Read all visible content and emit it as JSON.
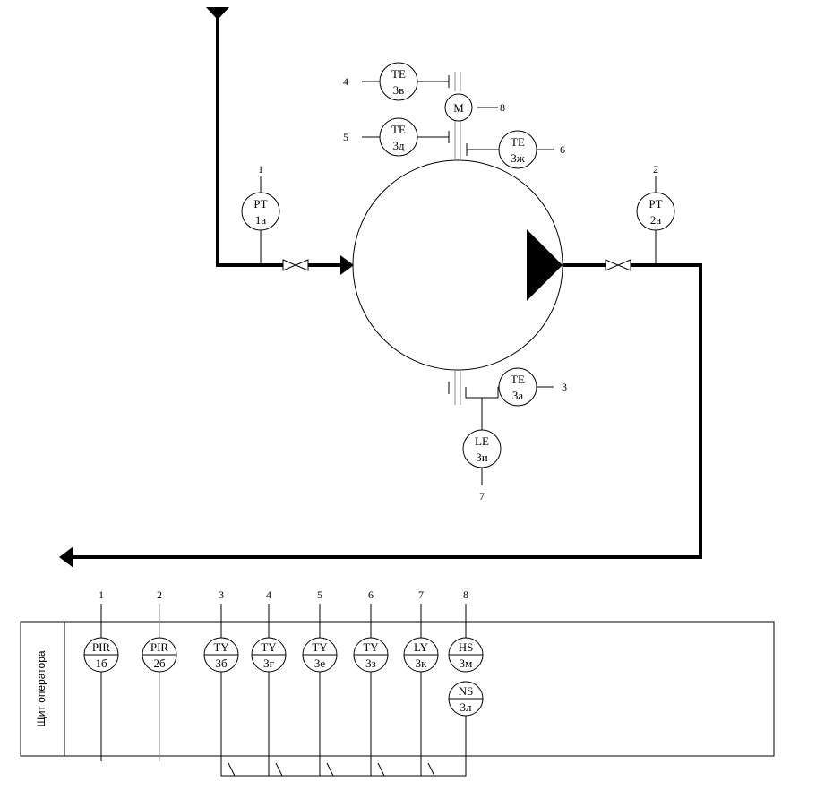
{
  "instruments_field": [
    {
      "id": "pt1a",
      "code": "PT",
      "num": "1а",
      "line": "1"
    },
    {
      "id": "pt2a",
      "code": "PT",
      "num": "2а",
      "line": "2"
    },
    {
      "id": "te3v",
      "code": "TE",
      "num": "3в",
      "line": "4"
    },
    {
      "id": "te3d",
      "code": "TE",
      "num": "3д",
      "line": "5"
    },
    {
      "id": "te3zh",
      "code": "TE",
      "num": "3ж",
      "line": "6"
    },
    {
      "id": "te3a",
      "code": "TE",
      "num": "3а",
      "line": "3"
    },
    {
      "id": "le3i",
      "code": "LE",
      "num": "3и",
      "line": "7"
    }
  ],
  "motor": {
    "label": "M",
    "line": "8"
  },
  "panel": {
    "label": "Щит оператора",
    "columns": [
      "1",
      "2",
      "3",
      "4",
      "5",
      "6",
      "7",
      "8"
    ],
    "instruments": [
      {
        "id": "pir1b",
        "code": "PIR",
        "num": "1б"
      },
      {
        "id": "pir2b",
        "code": "PIR",
        "num": "2б"
      },
      {
        "id": "ty3b",
        "code": "TY",
        "num": "3б"
      },
      {
        "id": "ty3g",
        "code": "TY",
        "num": "3г"
      },
      {
        "id": "ty3e",
        "code": "TY",
        "num": "3е"
      },
      {
        "id": "ty3z",
        "code": "TY",
        "num": "3з"
      },
      {
        "id": "ly3k",
        "code": "LY",
        "num": "3к"
      },
      {
        "id": "hs3m",
        "code": "HS",
        "num": "3м"
      },
      {
        "id": "ns3l",
        "code": "NS",
        "num": "3л"
      }
    ]
  }
}
